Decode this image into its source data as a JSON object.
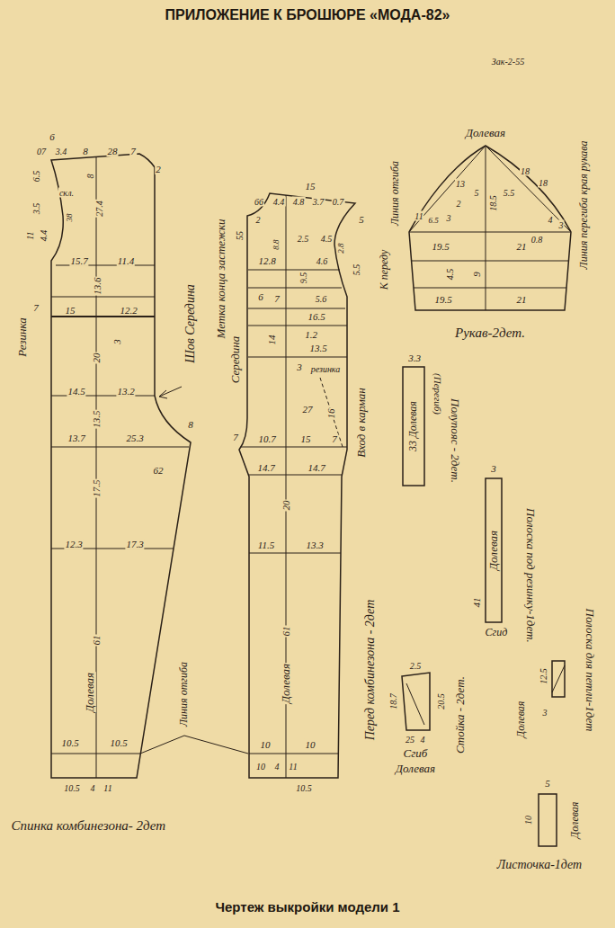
{
  "diagram": {
    "title": "ПРИЛОЖЕНИЕ К БРОШЮРЕ «МОДА-82»",
    "caption": "Чертеж выкройки модели 1",
    "labels": [
      "Зак-2-55",
      "6",
      "07",
      "3.4",
      "8",
      "28",
      "7",
      "2",
      "6.5",
      "3.5",
      "4.4",
      "11",
      "скл.",
      "38",
      "8",
      "27.4",
      "15.7",
      "11.4",
      "13.6",
      "7",
      "15",
      "12.2",
      "20",
      "3",
      "14.5",
      "13.2",
      "13.5",
      "13.7",
      "25.3",
      "8",
      "62",
      "17.5",
      "12.3",
      "17.3",
      "61",
      "Долевая",
      "10.5",
      "10.5",
      "10.5",
      "4",
      "11",
      "Линия отгиба",
      "Резинка",
      "Шов Середина",
      "Метка конца застежки",
      "Середина",
      "7",
      "Спинка комбинезона- 2дет",
      "15",
      "66",
      "4.4",
      "4.8",
      "3.7",
      "0.7",
      "5",
      "55",
      "2",
      "8.8",
      "2.5",
      "4.5",
      "2.8",
      "12.8",
      "9.5",
      "4.6",
      "5.5",
      "6",
      "7",
      "5.6",
      "16.5",
      "14",
      "1.2",
      "13.5",
      "3",
      "резинка",
      "27",
      "16",
      "10.7",
      "15",
      "7",
      "14.7",
      "14.7",
      "Вход в карман",
      "20",
      "11.5",
      "13.3",
      "61",
      "Долевая",
      "10",
      "10",
      "10",
      "4",
      "11",
      "10.5",
      "Перед комбинезона - 2дет",
      "Долевая",
      "Линия отгиба",
      "К переду",
      "11",
      "6.5",
      "13",
      "2",
      "3",
      "5",
      "18.5",
      "5.5",
      "18",
      "18",
      "4",
      "3",
      "0.8",
      "19.5",
      "21",
      "9",
      "4.5",
      "19.5",
      "21",
      "Линия перегиба края рукава",
      "Рукав-2дет.",
      "3.3",
      "33 Долевая",
      "(Перегиб)",
      "Полупояс - 2дет.",
      "3",
      "Долевая",
      "41",
      "Сгид",
      "Полоска под резинку-1дет.",
      "12.5",
      "3",
      "Долевая",
      "Полоска для петли-1дет",
      "5",
      "10",
      "Долевая",
      "Листочка-1дет",
      "2.5",
      "18.7",
      "20.5",
      "25",
      "4",
      "Сгиб",
      "Долевая",
      "Стойка - 2дет."
    ]
  }
}
